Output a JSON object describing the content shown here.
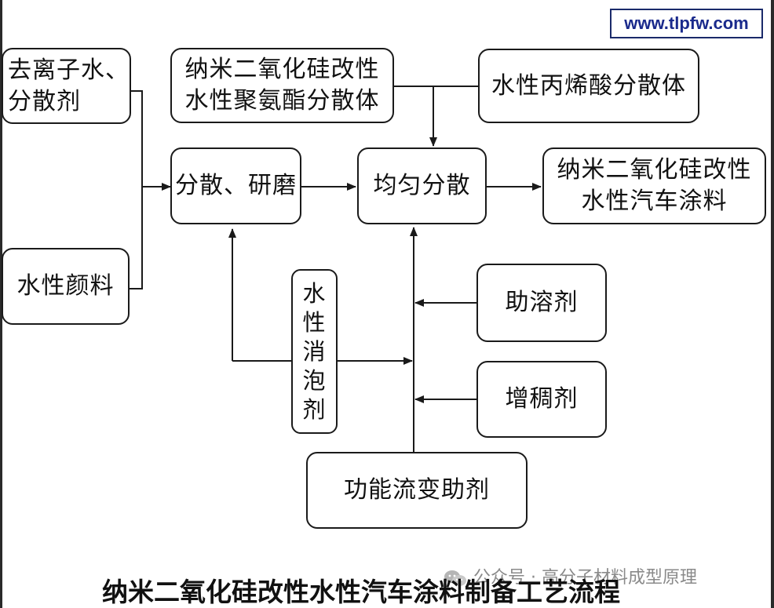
{
  "watermark_url": "www.tlpfw.com",
  "nodes": {
    "deionized": "去离子水、\n分散剂",
    "pigment": "水性颜料",
    "pu": "纳米二氧化硅改性\n水性聚氨酯分散体",
    "acrylic": "水性丙烯酸分散体",
    "grind": "分散、研磨",
    "mix": "均匀分散",
    "product": "纳米二氧化硅改性\n水性汽车涂料",
    "defoamer": [
      "水",
      "性",
      "消",
      "泡",
      "剂"
    ],
    "cosolvent": "助溶剂",
    "thickener": "增稠剂",
    "rheology": "功能流变助剂"
  },
  "caption": "纳米二氧化硅改性水性汽车涂料制备工艺流程",
  "credit": "公众号 · 高分子材料成型原理",
  "colors": {
    "line": "#1a1a1a",
    "url": "#1a2a8c",
    "credit": "#8a8a8a"
  }
}
